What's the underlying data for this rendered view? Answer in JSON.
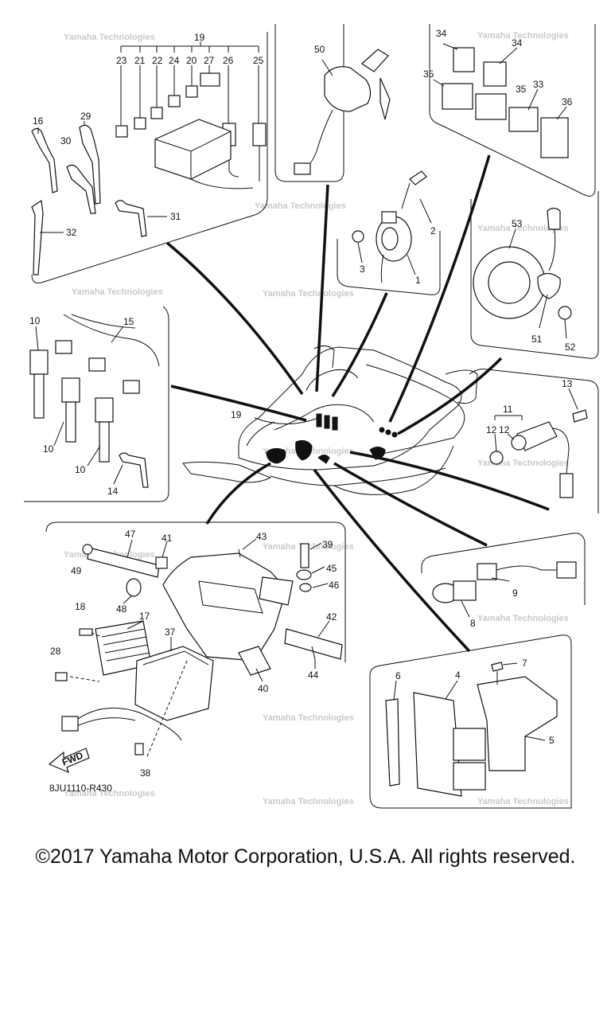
{
  "diagram": {
    "callouts": {
      "c19top": "19",
      "c23": "23",
      "c21": "21",
      "c22": "22",
      "c24": "24",
      "c20": "20",
      "c27": "27",
      "c26": "26",
      "c25": "25",
      "c16": "16",
      "c29": "29",
      "c30": "30",
      "c31": "31",
      "c32": "32",
      "c50": "50",
      "c34a": "34",
      "c34b": "34",
      "c35a": "35",
      "c35b": "35",
      "c33": "33",
      "c36": "36",
      "c2": "2",
      "c3": "3",
      "c1": "1",
      "c53": "53",
      "c51": "51",
      "c52": "52",
      "c10a": "10",
      "c15": "15",
      "c10b": "10",
      "c10c": "10",
      "c14": "14",
      "c19mid": "19",
      "c13": "13",
      "c11": "11",
      "c12a": "12",
      "c12b": "12",
      "c47": "47",
      "c41": "41",
      "c43": "43",
      "c39": "39",
      "c49": "49",
      "c45": "45",
      "c46": "46",
      "c48": "48",
      "c18": "18",
      "c17": "17",
      "c37": "37",
      "c42": "42",
      "c28": "28",
      "c44": "44",
      "c40": "40",
      "c38": "38",
      "c9": "9",
      "c8": "8",
      "c7": "7",
      "c6": "6",
      "c4": "4",
      "c5": "5"
    },
    "fwd_label": "FWD",
    "drawing_code": "8JU1110-R430",
    "watermark": "Yamaha Technologies"
  },
  "footer": {
    "copyright": "©2017 Yamaha Motor Corporation, U.S.A. All rights reserved."
  }
}
